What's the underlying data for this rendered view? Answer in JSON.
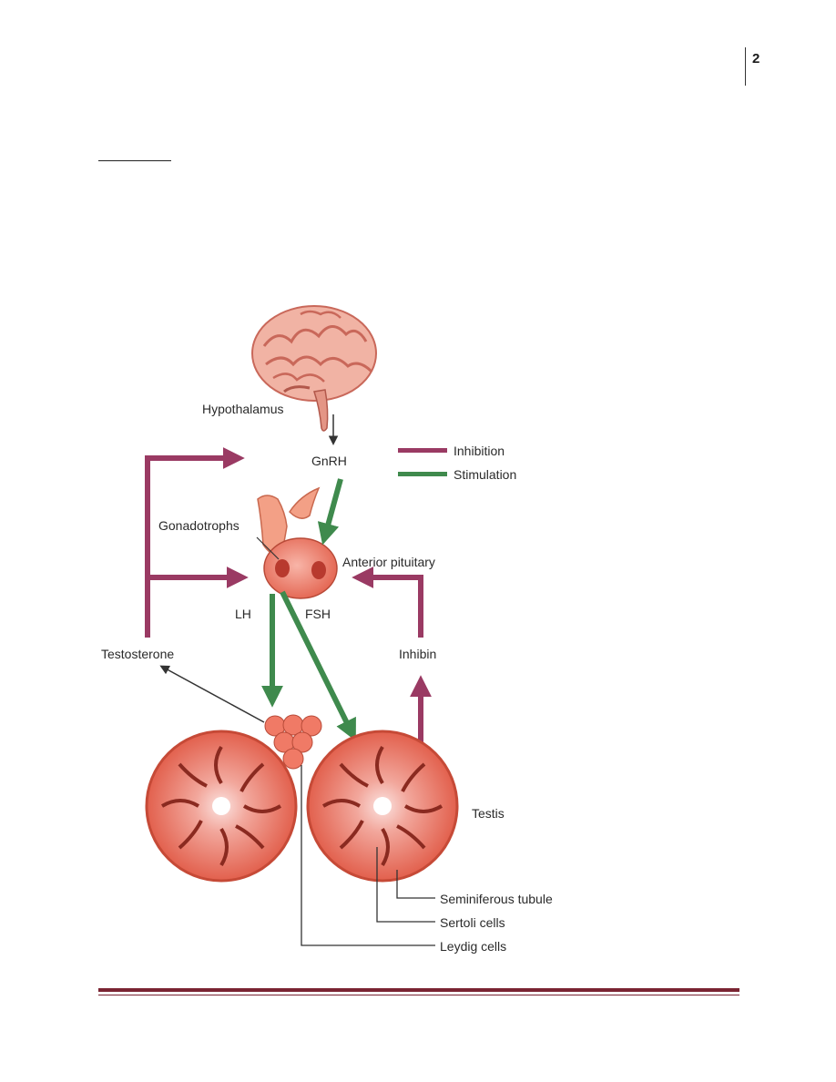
{
  "page": {
    "number": "2"
  },
  "colors": {
    "inhibition": "#9a3a63",
    "stimulation": "#3f8a4d",
    "tissue": "#e8624e",
    "footer": "#7a2432"
  },
  "figure": {
    "labels": {
      "hypothalamus": "Hypothalamus",
      "gnrh": "GnRH",
      "gonadotrophs": "Gonadotrophs",
      "anterior_pituitary": "Anterior pituitary",
      "lh": "LH",
      "fsh": "FSH",
      "testosterone": "Testosterone",
      "inhibin": "Inhibin",
      "testis": "Testis",
      "seminiferous_tubule": "Seminiferous tubule",
      "sertoli_cells": "Sertoli cells",
      "leydig_cells": "Leydig cells"
    },
    "legend": {
      "inhibition": "Inhibition",
      "stimulation": "Stimulation"
    }
  }
}
